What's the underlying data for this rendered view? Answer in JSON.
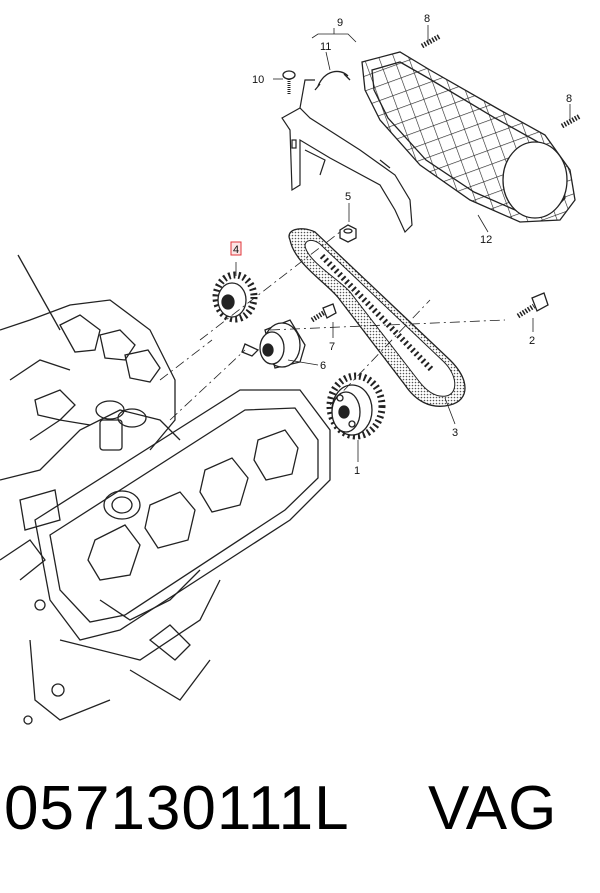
{
  "callouts": {
    "c1": "1",
    "c2": "2",
    "c3": "3",
    "c4": "4",
    "c5": "5",
    "c6": "6",
    "c7": "7",
    "c8a": "8",
    "c8b": "8",
    "c9": "9",
    "c10": "10",
    "c11": "11",
    "c12": "12"
  },
  "caption": {
    "part_number": "057130111L",
    "brand": "VAG"
  },
  "colors": {
    "line": "#222222",
    "highlight": "#e0353a",
    "belt_fill": "#9a9a9a"
  }
}
